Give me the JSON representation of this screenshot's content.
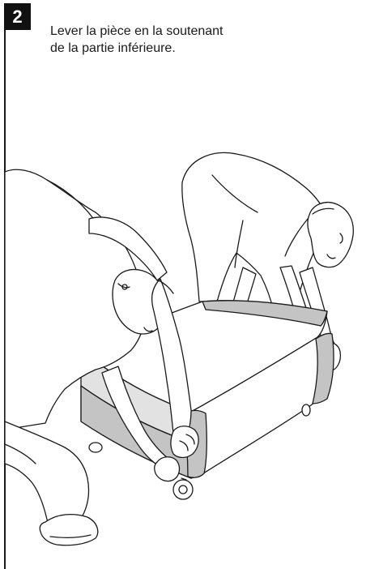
{
  "step": {
    "number": "2",
    "instruction_lines": [
      "Lever la pièce en la soutenant",
      "de la partie inférieure."
    ]
  },
  "illustration": {
    "colors": {
      "line": "#1a1a1a",
      "panel_grey": "#c4c4c4",
      "panel_light": "#e2e2e2"
    }
  }
}
